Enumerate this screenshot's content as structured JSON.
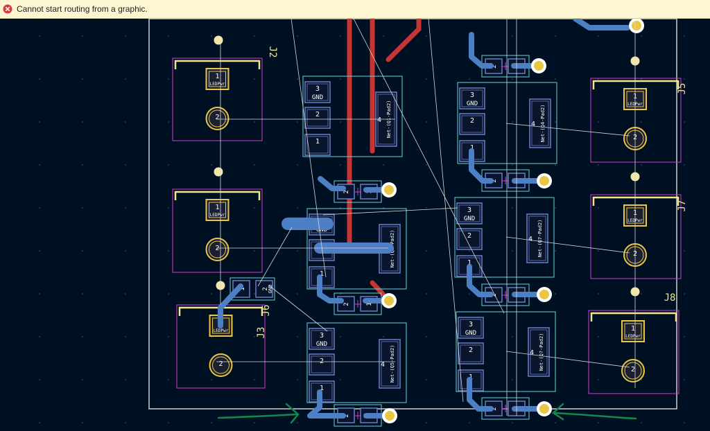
{
  "status": {
    "message": "Cannot start routing from a graphic.",
    "icon": "error-icon"
  },
  "colors": {
    "background": "#001023",
    "board_edge": "#d0d0d0",
    "courtyard": "#d23ad2",
    "fab": "#66d6df",
    "pad_border": "#6b7ec3",
    "copper_top": "#c83434",
    "copper_bottom": "#4d7fc4",
    "via": "#e9c646",
    "silk": "#f0e68c",
    "ratsnest": "#d8d8d8",
    "annotation": "#12874e"
  },
  "connectors": [
    {
      "ref": "J2",
      "pad1": "1",
      "pad1_net": "LEDPwr",
      "pad2": "2"
    },
    {
      "ref": "",
      "pad1": "1",
      "pad1_net": "LEDPwr",
      "pad2": "2"
    },
    {
      "ref": "J3",
      "pad1": "1",
      "pad1_net": "LEDPwr",
      "pad2": "2"
    },
    {
      "ref": "J5",
      "pad1": "1",
      "pad1_net": "LEDPwr",
      "pad2": "2"
    },
    {
      "ref": "J7",
      "pad1": "1",
      "pad1_net": "LEDPwr",
      "pad2": "2"
    },
    {
      "ref": "J8",
      "pad1": "1",
      "pad1_net": "LEDPwr",
      "pad2": "2"
    }
  ],
  "mosfets": [
    {
      "pad1": "1",
      "pad2": "2",
      "pad3": "3",
      "gnd": "GND",
      "pad4": "4",
      "tab_net": "Net-(Q1-Pad2)"
    },
    {
      "pad1": "1",
      "pad2": "2",
      "pad3": "3",
      "gnd": "GND",
      "pad4": "4",
      "tab_net": "Net-(Q3-Pad2)"
    },
    {
      "pad1": "1",
      "pad2": "2",
      "pad3": "3",
      "gnd": "GND",
      "pad4": "4",
      "tab_net": "Net-(Q5-Pad2)"
    },
    {
      "pad1": "1",
      "pad2": "2",
      "pad3": "3",
      "gnd": "GND",
      "pad4": "4",
      "tab_net": "Net-(Q4-Pad2)"
    },
    {
      "pad1": "1",
      "pad2": "2",
      "pad3": "3",
      "gnd": "GND",
      "pad4": "4",
      "tab_net": "Net-(Q7-Pad2)"
    },
    {
      "pad1": "1",
      "pad2": "2",
      "pad3": "3",
      "gnd": "GND",
      "pad4": "4",
      "tab_net": "Net-(Q?-Pad2)"
    }
  ],
  "resistor_pad_labels": [
    "2",
    "1"
  ],
  "header": {
    "ref": "J6",
    "pad1": "1",
    "pad2": "2",
    "gnd": "GND"
  }
}
